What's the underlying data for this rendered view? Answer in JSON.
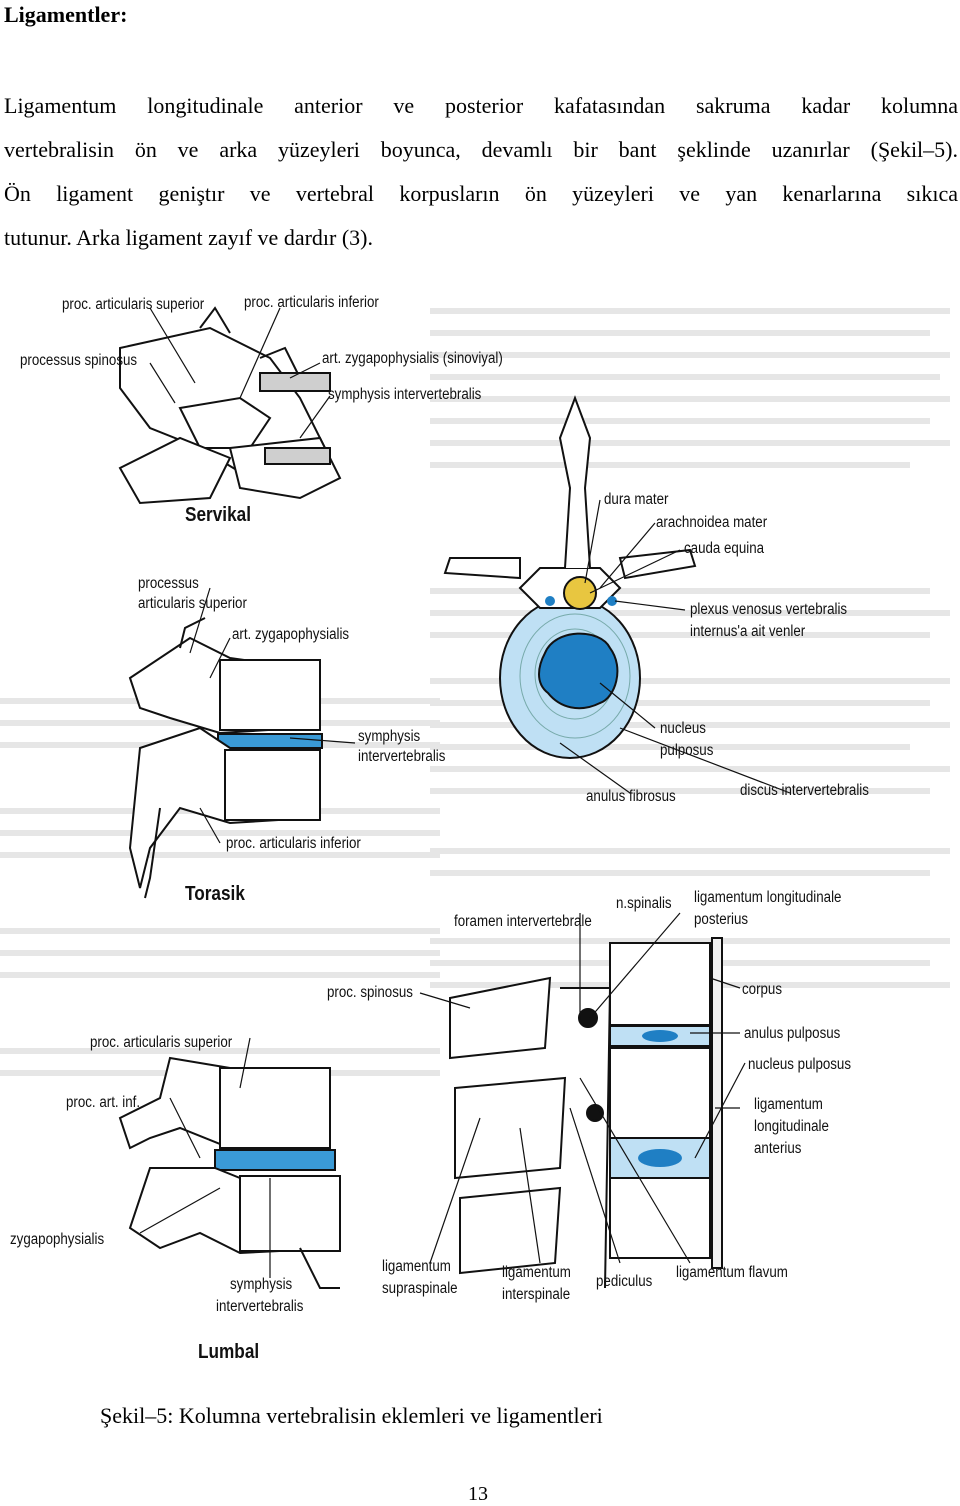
{
  "heading": "Ligamentler:",
  "paragraph_lines": [
    "Ligamentum longitudinale anterior ve posterior kafatasından sakruma kadar kolumna",
    "vertebralisin ön ve arka yüzeyleri boyunca, devamlı bir bant şeklinde uzanırlar (Şekil–5).",
    "Ön ligament geniştır ve vertebral korpusların ön yüzeyleri ve yan kenarlarına sıkıca",
    "tutunur. Arka ligament zayıf ve dardır (3)."
  ],
  "figure": {
    "section_labels": {
      "cervical": "Servikal",
      "thoracic": "Torasik",
      "lumbar": "Lumbal"
    },
    "labels": {
      "proc_art_sup": "proc. articularis superior",
      "proc_art_inf": "proc. articularis inferior",
      "processus_spinosus": "processus spinosus",
      "art_zyg_sinov": "art. zygapophysialis (sinoviyal)",
      "symphysis_inter_c": "symphysis intervertebralis",
      "dura_mater": "dura mater",
      "arachnoidea_mater": "arachnoidea mater",
      "cauda_equina": "cauda equina",
      "plexus_venosus": "plexus venosus vertebralis",
      "internus_venler": "internus'a ait venler",
      "processus_art_sup_1": "processus",
      "processus_art_sup_2": "articularis superior",
      "art_zyg_t": "art. zygapophysialis",
      "symphysis_t_1": "symphysis",
      "symphysis_t_2": "intervertebralis",
      "nucleus_1": "nucleus",
      "nucleus_2": "pulposus",
      "anulus_fibrosus": "anulus fibrosus",
      "discus_inter": "discus intervertebralis",
      "proc_art_inf_t": "proc. articularis inferior",
      "n_spinalis": "n.spinalis",
      "lig_long_post_1": "ligamentum longitudinale",
      "lig_long_post_2": "posterius",
      "foramen_inter": "foramen intervertebrale",
      "proc_spinosus_l": "proc. spinosus",
      "corpus": "corpus",
      "proc_art_sup_l": "proc. articularis superior",
      "anulus_pulposus": "anulus pulposus",
      "nucleus_pulposus": "nucleus pulposus",
      "proc_art_inf_l": "proc. art. inf.",
      "lig_long_ant_1": "ligamentum",
      "lig_long_ant_2": "longitudinale",
      "lig_long_ant_3": "anterius",
      "zygapophysialis": "zygapophysialis",
      "lig_supra_1": "ligamentum",
      "lig_supra_2": "supraspinale",
      "lig_inter_1": "ligamentum",
      "lig_inter_2": "interspinale",
      "pediculus": "pediculus",
      "lig_flavum": "ligamentum flavum",
      "symphysis_l_1": "symphysis",
      "symphysis_l_2": "intervertebralis"
    },
    "colors": {
      "disc_blue": "#3a9ad6",
      "nucleus_blue": "#1f7fc4",
      "cord_yellow": "#e8c640"
    }
  },
  "caption": "Şekil–5: Kolumna vertebralisin eklemleri ve ligamentleri",
  "page_number": "13"
}
